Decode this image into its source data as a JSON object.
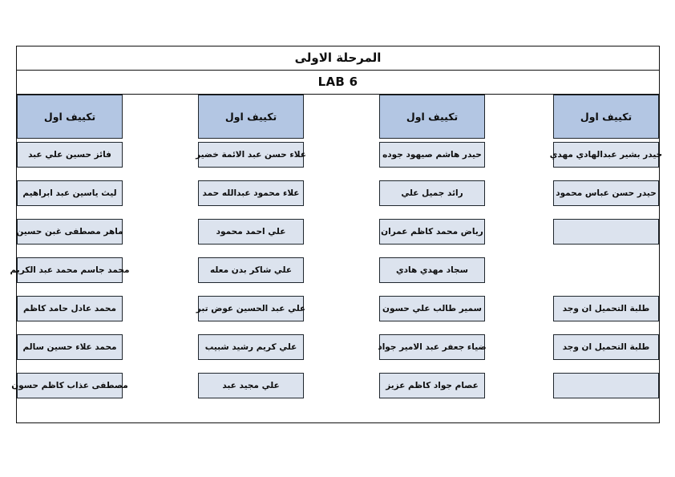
{
  "document": {
    "title": "المرحلة الاولى",
    "lab": "LAB 6"
  },
  "columns": [
    {
      "header": "تكييف اول",
      "cells": [
        "فائز حسين علي عبد",
        "ليث ياسين عبد ابراهيم",
        "ماهر مصطفى غبن حسين",
        "محمد جاسم محمد عبد الكريم",
        "محمد عادل حامد كاظم",
        "محمد علاء حسين سالم",
        "مصطفى عذاب كاظم حسون"
      ]
    },
    {
      "header": "تكييف اول",
      "cells": [
        "علاء حسن عبد الائمة خضير",
        "علاء محمود عبدالله حمد",
        "علي احمد محمود",
        "علي شاكر بدن معله",
        "علي عبد الحسين عوض تبر",
        "علي كريم رشيد شبيب",
        "علي مجيد عبد"
      ]
    },
    {
      "header": "تكييف اول",
      "cells": [
        "حيدر هاشم صيهود جوده",
        "رائد جميل علي",
        "رياض محمد كاظم عمران",
        "سجاد مهدي هادي",
        "سمير طالب علي حسون",
        "ضياء جعفر عبد الامير جواد",
        "عصام جواد كاظم عزيز"
      ]
    },
    {
      "header": "تكييف اول",
      "cells": [
        "حيدر بشير عبدالهادي مهدي",
        "حيدر حسن عباس محمود",
        "",
        null,
        "طلبة التحميل ان وجد",
        "طلبة التحميل ان وجد",
        ""
      ]
    }
  ],
  "colors": {
    "header_fill": "#b3c6e3",
    "cell_fill": "#dce3ee",
    "border": "#20272e",
    "outer_border": "#111111"
  }
}
